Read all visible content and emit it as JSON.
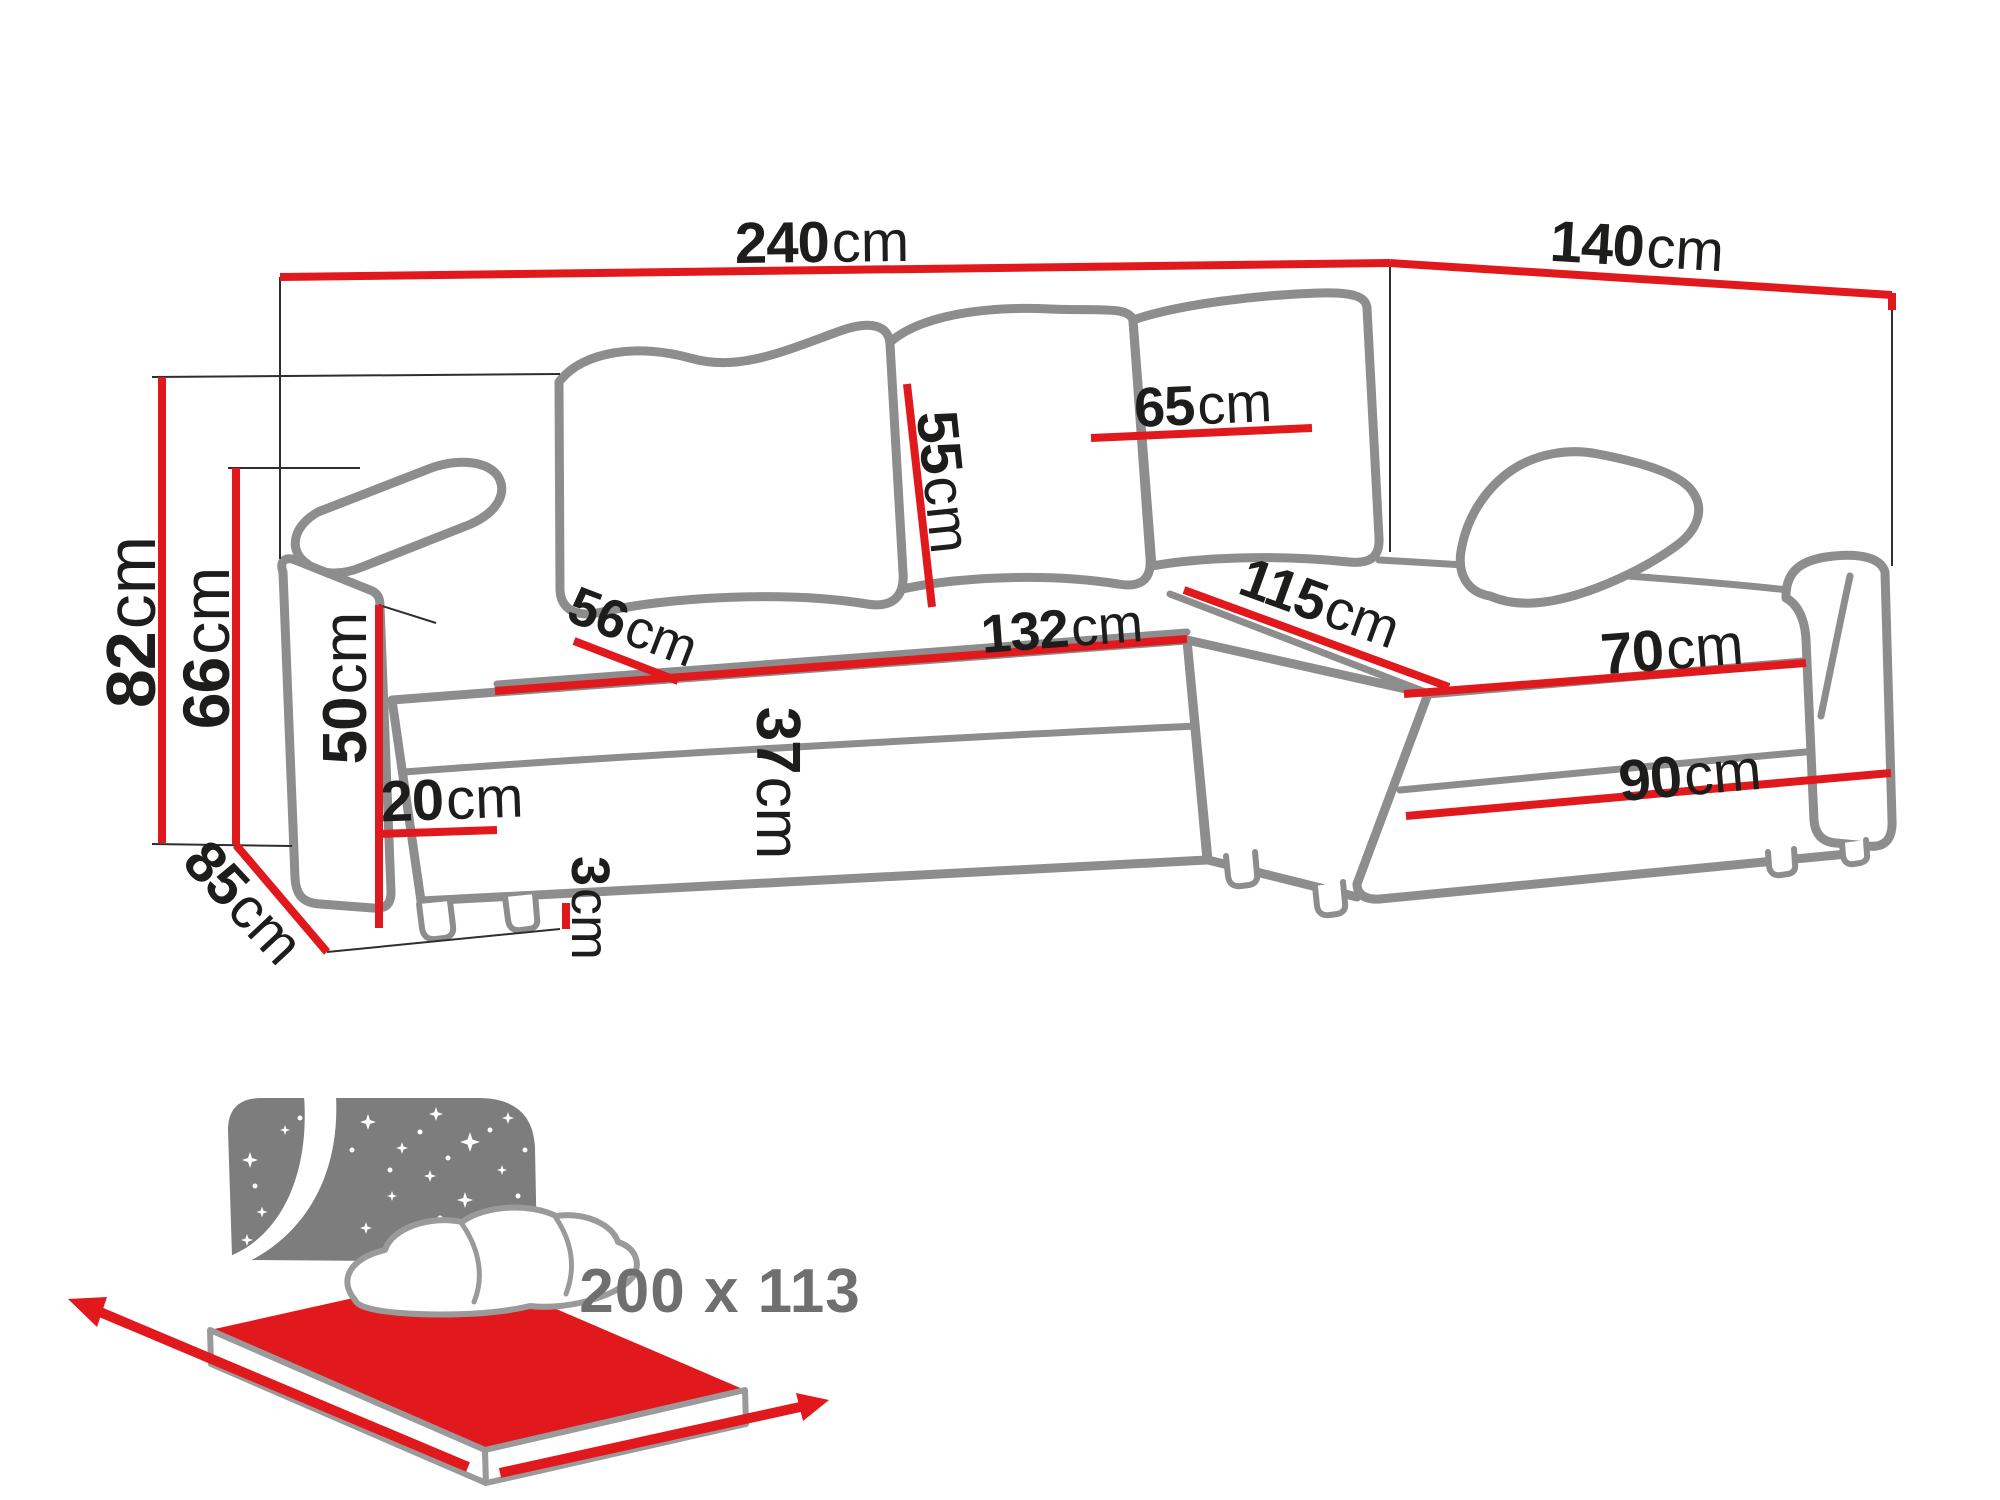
{
  "diagram": {
    "dims": {
      "total_width": {
        "value": "240",
        "unit": "cm"
      },
      "corner_depth": {
        "value": "140",
        "unit": "cm"
      },
      "total_height": {
        "value": "82",
        "unit": "cm"
      },
      "backrest_height": {
        "value": "66",
        "unit": "cm"
      },
      "base_depth": {
        "value": "85",
        "unit": "cm"
      },
      "armrest_height": {
        "value": "50",
        "unit": "cm"
      },
      "armrest_width": {
        "value": "20",
        "unit": "cm"
      },
      "seat_depth": {
        "value": "56",
        "unit": "cm"
      },
      "seat_height": {
        "value": "37",
        "unit": "cm"
      },
      "leg_height": {
        "value": "3",
        "unit": "cm"
      },
      "seat_width": {
        "value": "132",
        "unit": "cm"
      },
      "cushion_height": {
        "value": "55",
        "unit": "cm"
      },
      "cushion_width": {
        "value": "65",
        "unit": "cm"
      },
      "chaise_length": {
        "value": "115",
        "unit": "cm"
      },
      "chaise_seat_width": {
        "value": "70",
        "unit": "cm"
      },
      "chaise_width": {
        "value": "90",
        "unit": "cm"
      }
    },
    "sleeping_area": {
      "size": "200 x 113"
    },
    "colors": {
      "dimension": "#e2191c",
      "outline": "#8d8d8d",
      "reference": "#2e2e2e",
      "text": "#1d1d1b",
      "icon_grey": "#7d7d7d",
      "sleep_text": "#6f6f6f"
    }
  }
}
